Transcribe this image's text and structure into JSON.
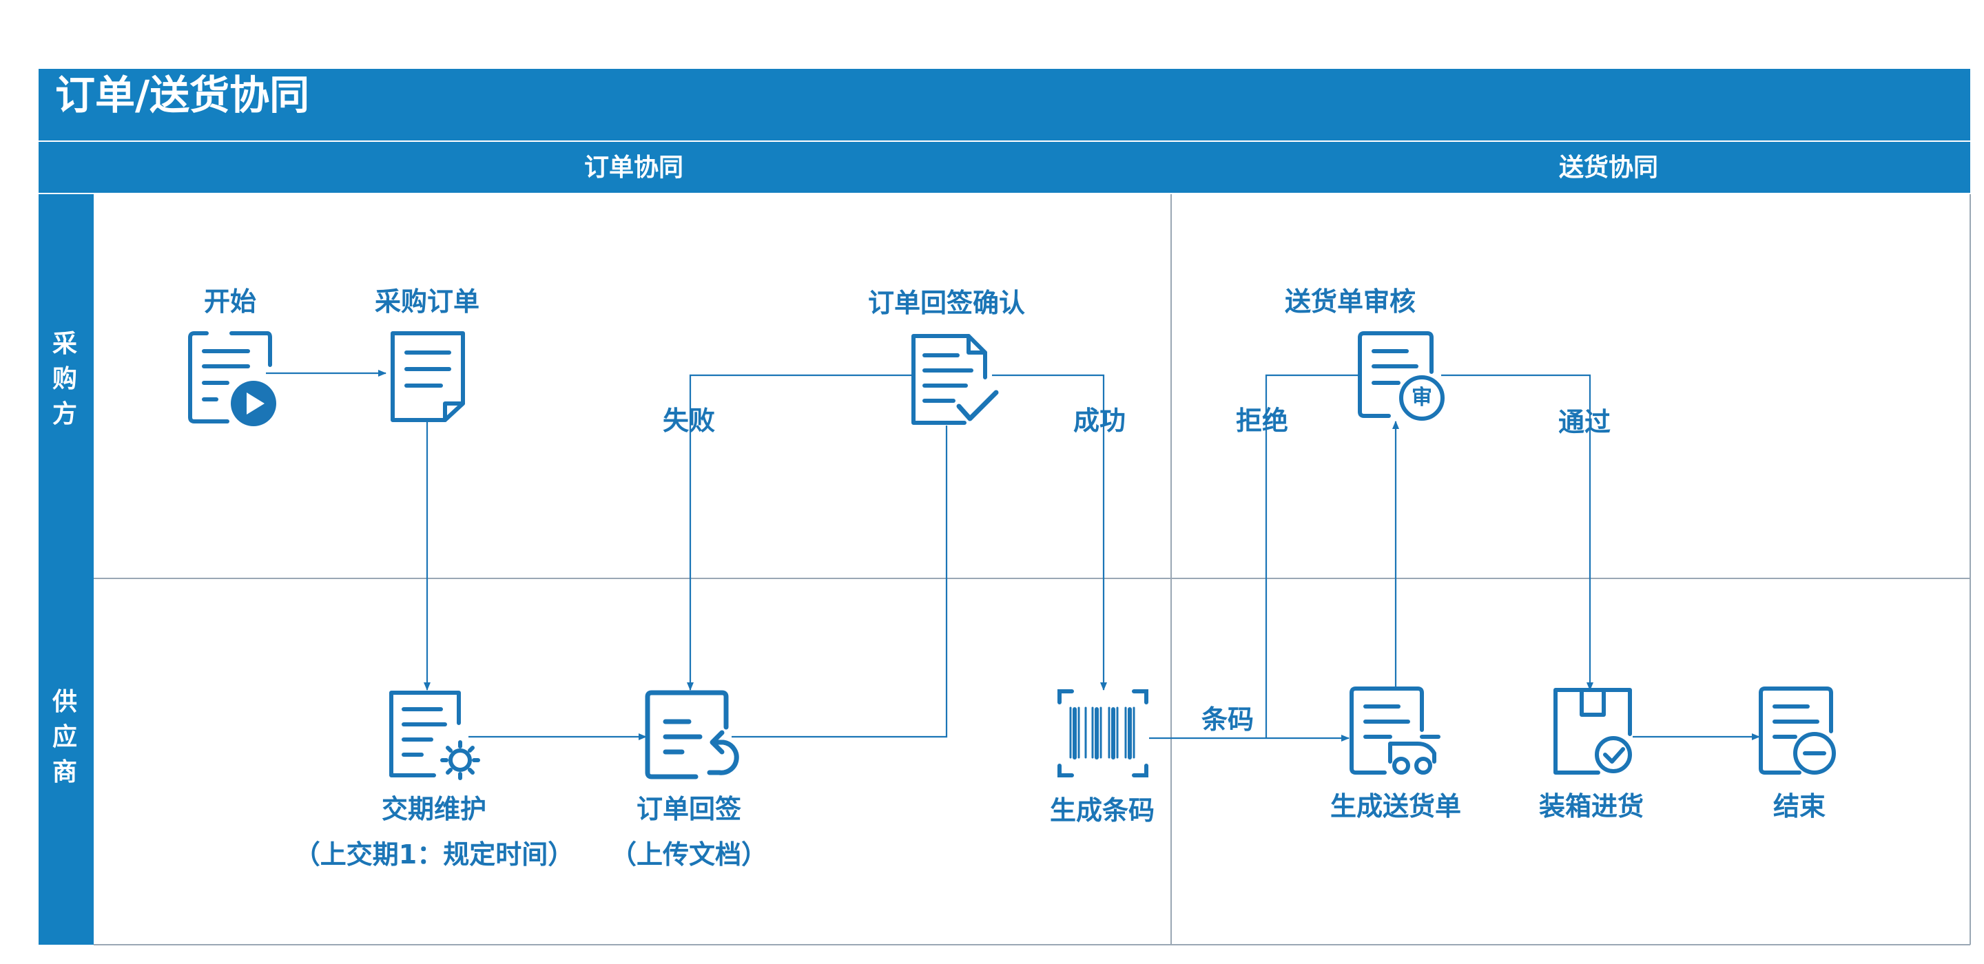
{
  "title": "订单/送货协同",
  "columns": [
    "订单协同",
    "送货协同"
  ],
  "lanes": [
    {
      "label_lines": [
        "采",
        "购",
        "方"
      ]
    },
    {
      "label_lines": [
        "供",
        "应",
        "商"
      ]
    }
  ],
  "nodes": {
    "start": {
      "label": "开始",
      "icon": "document-play-icon"
    },
    "purchase_order": {
      "label": "采购订单",
      "icon": "document-icon"
    },
    "order_signback_confirm": {
      "label": "订单回签确认",
      "icon": "document-check-icon"
    },
    "delivery_review": {
      "label": "送货单审核",
      "icon": "document-review-icon",
      "badge": "审"
    },
    "delivery_date_maint": {
      "label": "交期维护",
      "sublabel": "（上交期1：规定时间）",
      "icon": "document-gear-icon"
    },
    "order_signback": {
      "label": "订单回签",
      "sublabel": "（上传文档）",
      "icon": "document-return-icon"
    },
    "generate_barcode": {
      "label": "生成条码",
      "icon": "barcode-icon"
    },
    "generate_delivery_note": {
      "label": "生成送货单",
      "icon": "document-truck-icon"
    },
    "packing_receiving": {
      "label": "装箱进货",
      "icon": "box-check-icon"
    },
    "end": {
      "label": "结束",
      "icon": "document-minus-icon"
    }
  },
  "edge_labels": {
    "fail": "失败",
    "success": "成功",
    "reject": "拒绝",
    "pass": "通过",
    "barcode": "条码"
  },
  "colors": {
    "accent": "#1480c1",
    "icon": "#1b75b6",
    "grid": "#9aa7b4"
  }
}
